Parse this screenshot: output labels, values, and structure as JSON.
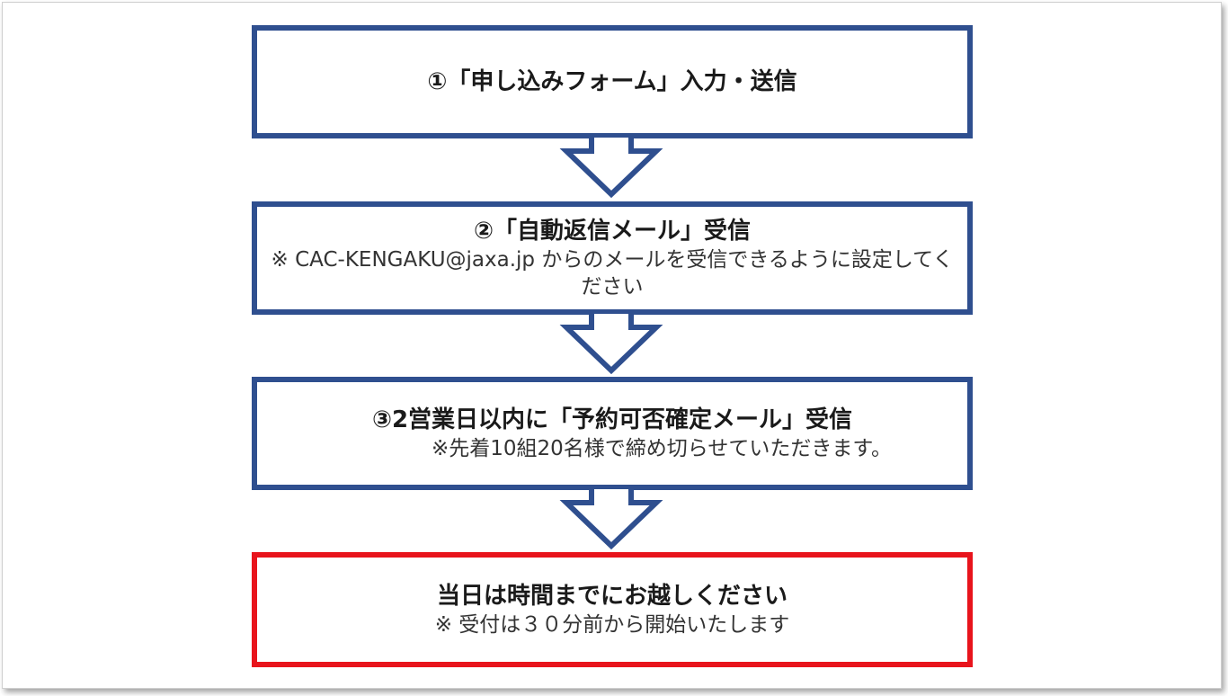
{
  "steps": [
    {
      "title": "①「申し込みフォーム」入力・送信",
      "note": ""
    },
    {
      "title": "②「自動返信メール」受信",
      "note": "※ CAC-KENGAKU@jaxa.jp からのメールを受信できるように設定してください"
    },
    {
      "title": "③2営業日以内に「予約可否確定メール」受信",
      "note": "※先着10組20名様で締め切らせていただきます。"
    },
    {
      "title": "当日は時間までにお越しください",
      "note": "※ 受付は３０分前から開始いたします"
    }
  ],
  "colors": {
    "step_border": "#2f4f8f",
    "final_border": "#e8141c"
  }
}
